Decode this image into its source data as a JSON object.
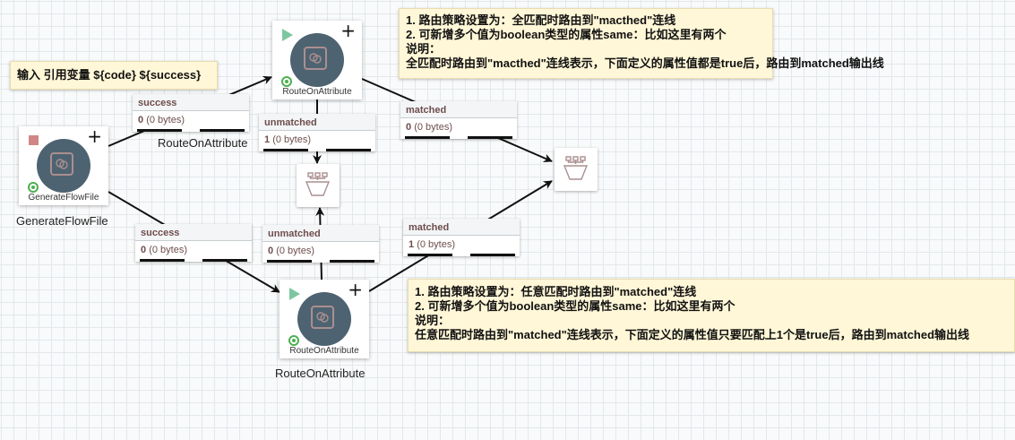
{
  "notes": {
    "input": "输入  引用变量 ${code}  ${success}",
    "all_match": [
      "1. 路由策略设置为：全匹配时路由到\"macthed\"连线",
      "2. 可新增多个值为boolean类型的属性same：比如这里有两个",
      "说明：",
      "全匹配时路由到\"macthed\"连线表示，下面定义的属性值都是true后，路由到matched输出线"
    ],
    "any_match": [
      "1. 路由策略设置为：任意匹配时路由到\"matched\"连线",
      "2. 可新增多个值为boolean类型的属性same：比如这里有两个",
      "说明：",
      "任意匹配时路由到\"matched\"连线表示，下面定义的属性值只要匹配上1个是true后，路由到matched输出线"
    ]
  },
  "processors": {
    "generate": {
      "type": "GenerateFlowFile",
      "name": "GenerateFlowFile",
      "state": "stopped",
      "plus": "+"
    },
    "route_top": {
      "type": "RouteOnAttribute",
      "name": "RouteOnAttribute",
      "state": "running",
      "plus": "+"
    },
    "route_bottom": {
      "type": "RouteOnAttribute",
      "name": "RouteOnAttribute",
      "state": "running",
      "plus": "+"
    }
  },
  "connections": {
    "success_top": {
      "relationship": "success",
      "count": "0",
      "size": "(0 bytes)"
    },
    "unmatched_top": {
      "relationship": "unmatched",
      "count": "1",
      "size": "(0 bytes)"
    },
    "matched_top": {
      "relationship": "matched",
      "count": "0",
      "size": "(0 bytes)"
    },
    "success_bottom": {
      "relationship": "success",
      "count": "0",
      "size": "(0 bytes)"
    },
    "unmatched_bottom": {
      "relationship": "unmatched",
      "count": "0",
      "size": "(0 bytes)"
    },
    "matched_bottom": {
      "relationship": "matched",
      "count": "1",
      "size": "(0 bytes)"
    }
  },
  "colors": {
    "stopped": "#d18686",
    "running": "#7dc7a0",
    "processor_icon_bg": "#4e6371",
    "note_bg": "#fff7d7"
  }
}
